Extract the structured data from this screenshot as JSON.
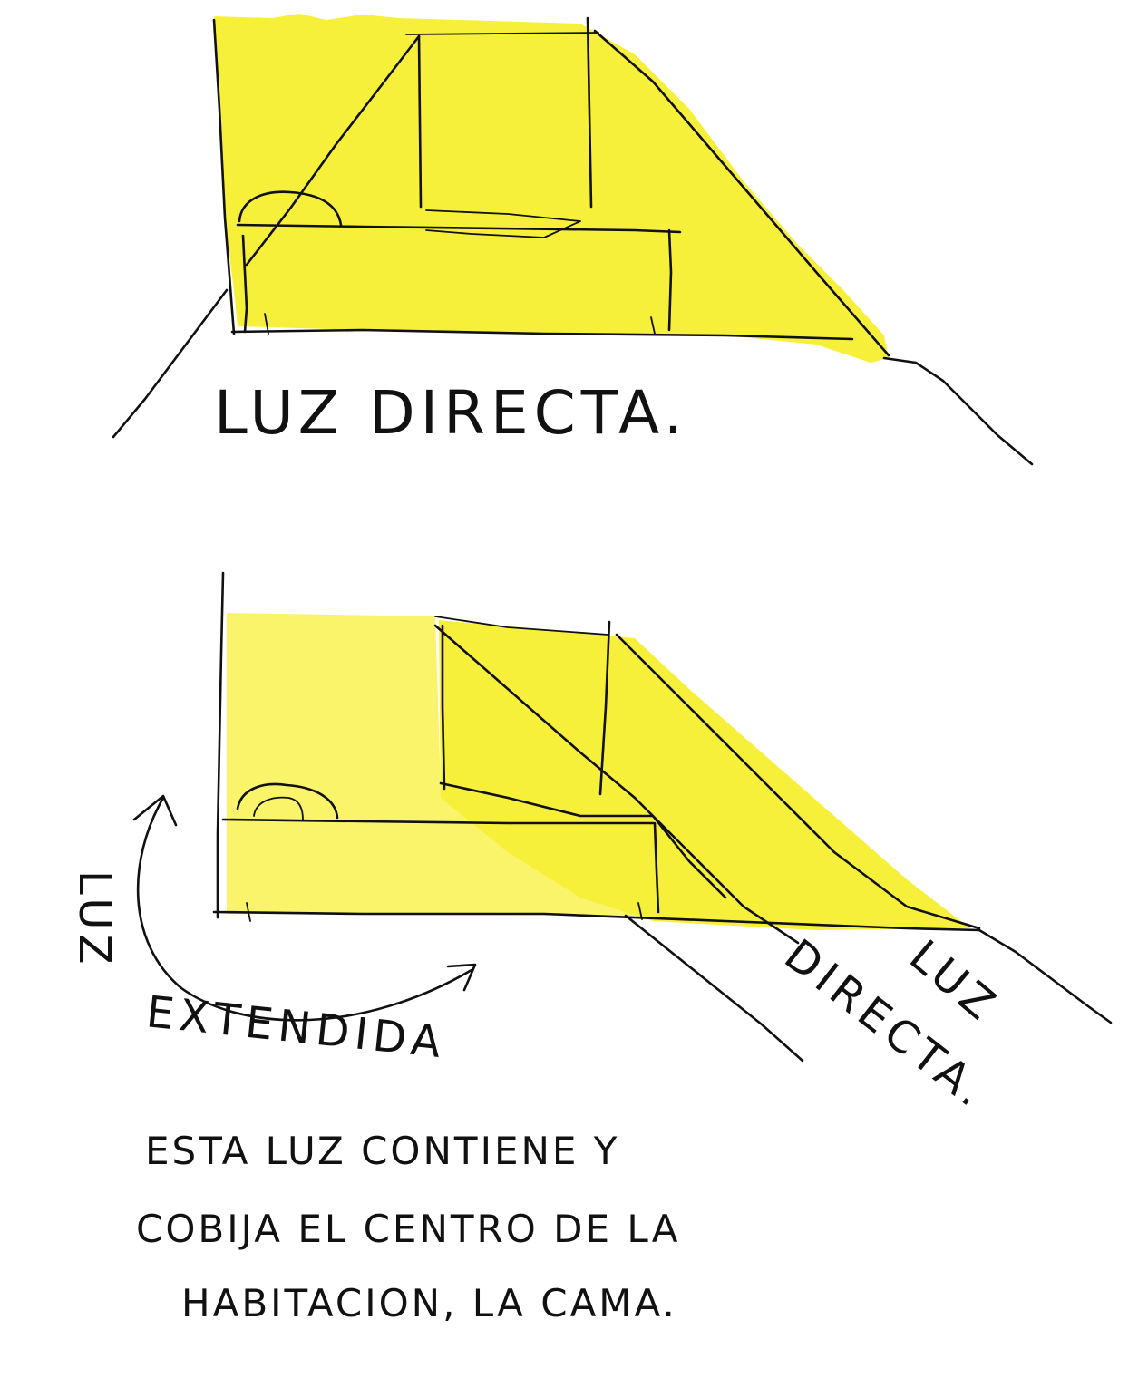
{
  "colors": {
    "highlight": "#f7f03a",
    "highlight_light": "#f9f46a",
    "ink": "#111111",
    "paper": "#ffffff"
  },
  "sketch_top": {
    "label": "LUZ DIRECTA."
  },
  "sketch_bottom": {
    "label_extended_line1": "LUZ",
    "label_extended_line2": "EXTENDIDA",
    "label_direct_word1": "LUZ",
    "label_direct_word2": "DIRECTA."
  },
  "note": {
    "line1": "ESTA LUZ CONTIENE Y",
    "line2": "COBIJA EL CENTRO DE LA",
    "line3": "HABITACION, LA CAMA."
  }
}
